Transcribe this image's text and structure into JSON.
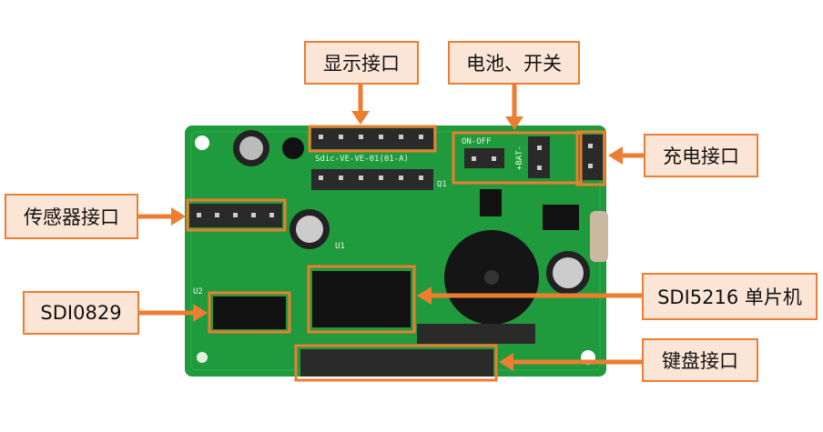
{
  "labels": {
    "display_interface": "显示接口",
    "battery_switch": "电池、开关",
    "charging_interface": "充电接口",
    "sensor_interface": "传感器接口",
    "sdi0829": "SDI0829",
    "sdi5216": "SDI5216 单片机",
    "keyboard_interface": "键盘接口"
  },
  "silkscreen": {
    "board_id": "Sdic-VE-VE-01(01-A)",
    "switch": "ON-OFF",
    "battery": "+BAT-",
    "u2": "U2",
    "u1": "U1",
    "q1": "Q1"
  },
  "colors": {
    "accent": "#ed7d31",
    "label_fill": "#fbe5d6",
    "board": "#1f9a3c"
  }
}
